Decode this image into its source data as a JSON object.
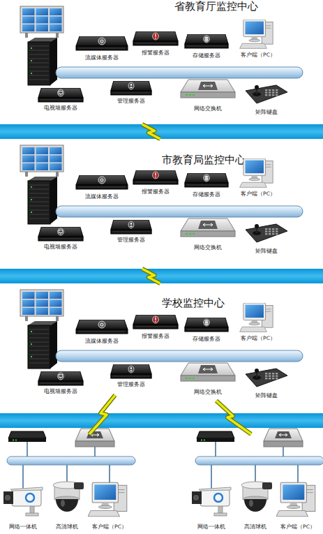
{
  "diagram": {
    "nodes": [
      {
        "text": [
          "省教育厅监控中心"
        ]
      },
      {
        "text": [
          "流媒体服务器"
        ],
        "in": 0
      },
      {
        "text": [
          "报警服务器"
        ],
        "in": 0
      },
      {
        "text": [
          "存储服务器"
        ],
        "in": 0
      },
      {
        "text": [
          "客户端（PC）"
        ],
        "in": 0
      },
      {
        "text": [
          "电视墙服务器"
        ],
        "in": 0
      },
      {
        "text": [
          "管理服务器"
        ],
        "in": 0
      },
      {
        "text": [
          "网络交换机"
        ],
        "in": 0
      },
      {
        "text": [
          "矩阵键盘"
        ],
        "in": 0
      },
      {
        "text": [
          "市教育局监控中心"
        ]
      },
      {
        "text": [
          "流媒体服务器"
        ],
        "in": 9
      },
      {
        "text": [
          "报警服务器"
        ],
        "in": 9
      },
      {
        "text": [
          "存储服务器"
        ],
        "in": 9
      },
      {
        "text": [
          "客户端（PC）"
        ],
        "in": 9
      },
      {
        "text": [
          "电视墙服务器"
        ],
        "in": 9
      },
      {
        "text": [
          "管理服务器"
        ],
        "in": 9
      },
      {
        "text": [
          "网络交换机"
        ],
        "in": 9
      },
      {
        "text": [
          "矩阵键盘"
        ],
        "in": 9
      },
      {
        "text": [
          "学校监控中心"
        ]
      },
      {
        "text": [
          "流媒体服务器"
        ],
        "in": 18
      },
      {
        "text": [
          "报警服务器"
        ],
        "in": 18
      },
      {
        "text": [
          "存储服务器"
        ],
        "in": 18
      },
      {
        "text": [
          "客户端（PC）"
        ],
        "in": 18
      },
      {
        "text": [
          "电视墙服务器"
        ],
        "in": 18
      },
      {
        "text": [
          "管理服务器"
        ],
        "in": 18
      },
      {
        "text": [
          "网络交换机"
        ],
        "in": 18
      },
      {
        "text": [
          "矩阵键盘"
        ],
        "in": 18
      },
      {
        "text": [
          "网络一体机"
        ]
      },
      {
        "text": [
          "高清球机"
        ]
      },
      {
        "text": [
          "客户端（PC）"
        ]
      },
      {
        "text": [
          "网络一体机"
        ]
      },
      {
        "text": [
          "高清球机"
        ]
      },
      {
        "text": [
          "客户端（PC）"
        ]
      }
    ],
    "edges": [
      {
        "from": 0,
        "to": 9,
        "arrow": "none"
      },
      {
        "from": 9,
        "to": 18,
        "arrow": "none"
      }
    ]
  }
}
